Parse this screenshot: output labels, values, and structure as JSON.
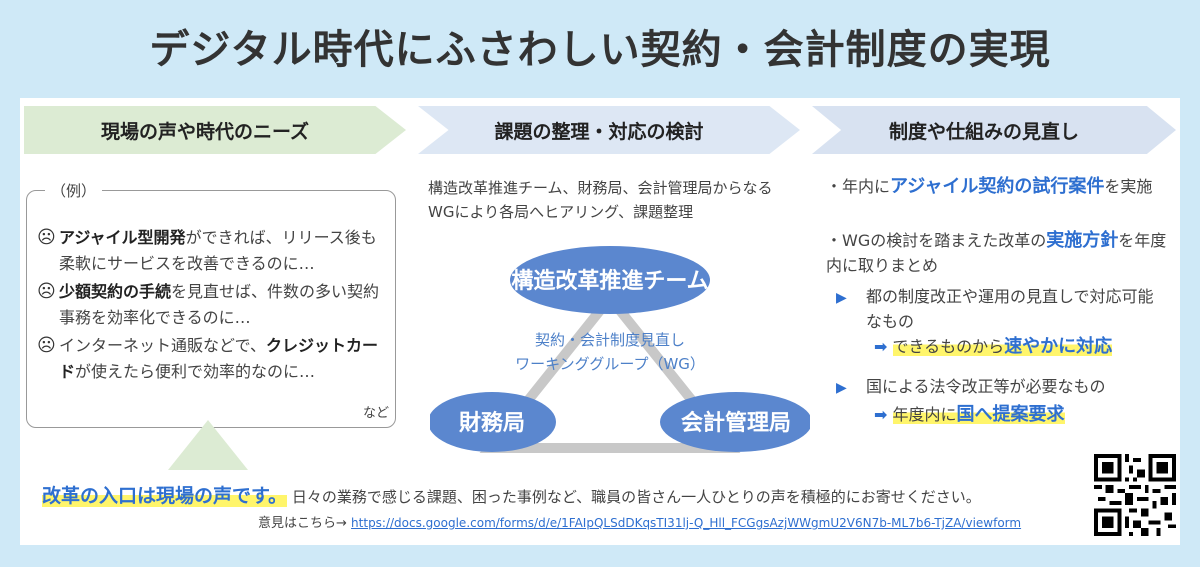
{
  "title": "デジタル時代にふさわしい契約・会計制度の実現",
  "columns": {
    "col1": "現場の声や時代のニーズ",
    "col2": "課題の整理・対応の検討",
    "col3": "制度や仕組みの見直し"
  },
  "examples": {
    "label": "（例）",
    "items": [
      {
        "icon": "☹",
        "bold": "アジャイル型開発",
        "text": "ができれば、リリース後も柔軟にサービスを改善できるのに…"
      },
      {
        "icon": "☹",
        "bold": "少額契約の手続",
        "text": "を見直せば、件数の多い契約事務を効率化できるのに…"
      },
      {
        "icon": "☹",
        "pre": "インターネット通販などで、",
        "bold": "クレジットカード",
        "text": "が使えたら便利で効率的なのに…"
      }
    ],
    "nado": "など"
  },
  "middle": {
    "desc": "構造改革推進チーム、財務局、会計管理局からなるWGにより各局へヒアリング、課題整理",
    "node_top": "構造改革推進チーム",
    "node_left": "財務局",
    "node_right": "会計管理局",
    "wg_line1": "契約・会計制度見直し",
    "wg_line2": "ワーキンググループ（WG）"
  },
  "right": {
    "b1_pre": "・年内に",
    "b1_bold": "アジャイル契約の試行案件",
    "b1_post": "を実施",
    "b2_pre": "・WGの検討を踏まえた改革の",
    "b2_bold": "実施方針",
    "b2_post": "を年度内に取りまとめ",
    "s1": "都の制度改正や運用の見直しで対応可能なもの",
    "s1_res_pre": "できるものから",
    "s1_res_bold": "速やかに対応",
    "s2": "国による法令改正等が必要なもの",
    "s2_res_pre": "年度内に",
    "s2_res_bold": "国へ提案要求"
  },
  "bottom": {
    "lead": "改革の入口は現場の声です。",
    "text": "日々の業務で感じる課題、困った事例など、職員の皆さん一人ひとりの声を積極的にお寄せください。",
    "url_label": "意見はこちら→",
    "url": "https://docs.google.com/forms/d/e/1FAIpQLSdDKqsTI31lj-Q_Hll_FCGgsAzjWWgmU2V6N7b-ML7b6-TjZA/viewform"
  },
  "colors": {
    "accent": "#2e6fd0",
    "ellipse": "#5b87cf",
    "highlight": "#fff56b"
  }
}
